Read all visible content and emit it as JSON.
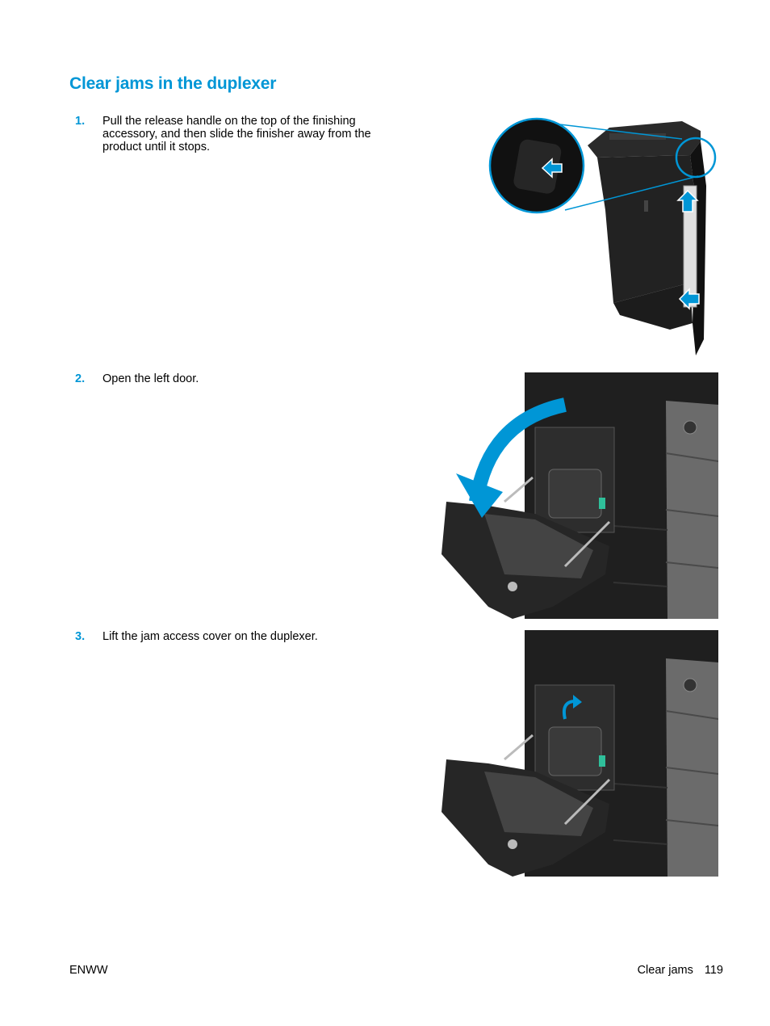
{
  "title": "Clear jams in the duplexer",
  "steps": [
    {
      "number": "1.",
      "text": "Pull the release handle on the top of the finishing accessory, and then slide the finisher away from the product until it stops."
    },
    {
      "number": "2.",
      "text": "Open the left door."
    },
    {
      "number": "3.",
      "text": "Lift the jam access cover on the duplexer."
    }
  ],
  "footer": {
    "left": "ENWW",
    "section": "Clear jams",
    "page": "119"
  },
  "colors": {
    "accent": "#0096d6",
    "printer_body": "#1f1f1f",
    "printer_side": "#6b6b6b"
  }
}
